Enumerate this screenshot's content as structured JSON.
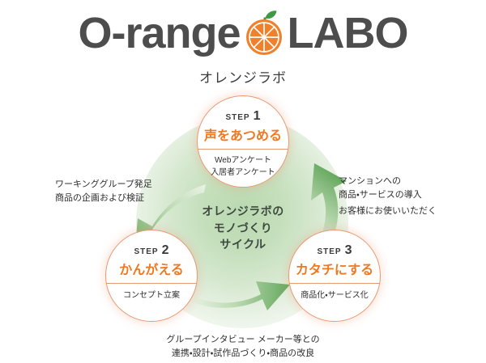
{
  "logo": {
    "word_left": "O-range",
    "word_right": "LABO",
    "mark_icon": "orange-fruit-icon",
    "subtitle": "オレンジラボ"
  },
  "colors": {
    "orange": "#f07820",
    "orange_border": "#e79a72",
    "logo_gray": "#4d4d4d",
    "green_arrow": "#6aab63",
    "green_blob": "#b9d9b0",
    "leaf_green": "#3d9a44"
  },
  "cycle": {
    "center_lines": [
      "オレンジラボの",
      "モノづくり",
      "サイクル"
    ],
    "steps": [
      {
        "step_label": "STEP",
        "step_number": "1",
        "title": "声をあつめる",
        "desc_lines": [
          "Webアンケート",
          "入居者アンケート"
        ]
      },
      {
        "step_label": "STEP",
        "step_number": "2",
        "title": "かんがえる",
        "desc_lines": [
          "コンセプト立案"
        ]
      },
      {
        "step_label": "STEP",
        "step_number": "3",
        "title": "カタチにする",
        "desc_lines": [
          "商品化・サービス化"
        ]
      }
    ],
    "arrows": [
      {
        "name": "arrow-step1-to-step2",
        "direction": "down-left"
      },
      {
        "name": "arrow-step2-to-step3",
        "direction": "right"
      },
      {
        "name": "arrow-step3-to-step1",
        "direction": "up-left"
      }
    ]
  },
  "notes": {
    "left": [
      "ワーキンググループ発足",
      "商品の企画および検証"
    ],
    "right": [
      "マンションへの",
      "商品・サービスの導入",
      "お客様にお使いいただく"
    ],
    "bottom": [
      "グループインタビュー メーカー等との",
      "連携・設計・試作品づくり・商品の改良"
    ]
  }
}
